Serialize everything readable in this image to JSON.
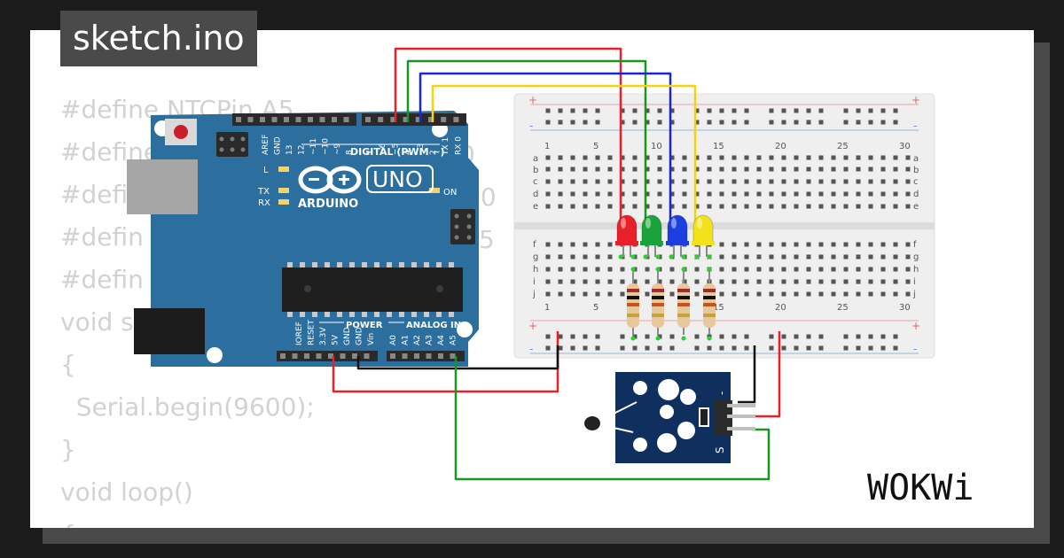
{
  "file_tab": {
    "label": "sketch.ino"
  },
  "code_lines": [
    "#define NTCPin A5",
    "#define",
    "#defi",
    "#defin",
    "#defin",
    "void s",
    "{",
    "  Serial.begin(9600);",
    "}",
    "void loop()",
    "{"
  ],
  "code_fragments": [
    "0",
    "10",
    "5"
  ],
  "arduino": {
    "model": "UNO",
    "brand": "ARDUINO",
    "digital_header": "DIGITAL (PWM ~)",
    "digital_pins": [
      "AREF",
      "GND",
      "13",
      "12",
      "~11",
      "~10",
      "~9",
      "8",
      "7",
      "~6",
      "~5",
      "4",
      "~3",
      "2",
      "TX 1",
      "RX 0"
    ],
    "power_label": "POWER",
    "analog_label": "ANALOG IN",
    "power_pins": [
      "IOREF",
      "RESET",
      "3.3V",
      "5V",
      "GND",
      "GND",
      "Vin"
    ],
    "analog_pins": [
      "A0",
      "A1",
      "A2",
      "A3",
      "A4",
      "A5"
    ],
    "led_labels": [
      "L",
      "TX",
      "RX"
    ],
    "on_label": "ON"
  },
  "breadboard": {
    "column_numbers": [
      "1",
      "5",
      "10",
      "15",
      "20",
      "25",
      "30"
    ],
    "rows_top": [
      "a",
      "b",
      "c",
      "d",
      "e"
    ],
    "rows_bottom": [
      "f",
      "g",
      "h",
      "i",
      "j"
    ],
    "plus": "+",
    "minus": "-"
  },
  "leds": [
    {
      "color": "red",
      "hex": "#e8202a"
    },
    {
      "color": "green",
      "hex": "#1aa33a"
    },
    {
      "color": "blue",
      "hex": "#1c3fe0"
    },
    {
      "color": "yellow",
      "hex": "#f1e21a"
    }
  ],
  "sensor": {
    "label_minus": "-",
    "label_s": "S"
  },
  "wire_colors": {
    "red": "#e8202a",
    "green": "#14981e",
    "blue": "#1a26d6",
    "yellow": "#f5d20a",
    "black": "#111111"
  },
  "brand_logo": "WOKWi",
  "colors": {
    "board": "#2c6f9e",
    "card_bg": "#ffffff",
    "tab_bg": "#4a4a4a",
    "code_text": "#d2d2d2"
  }
}
